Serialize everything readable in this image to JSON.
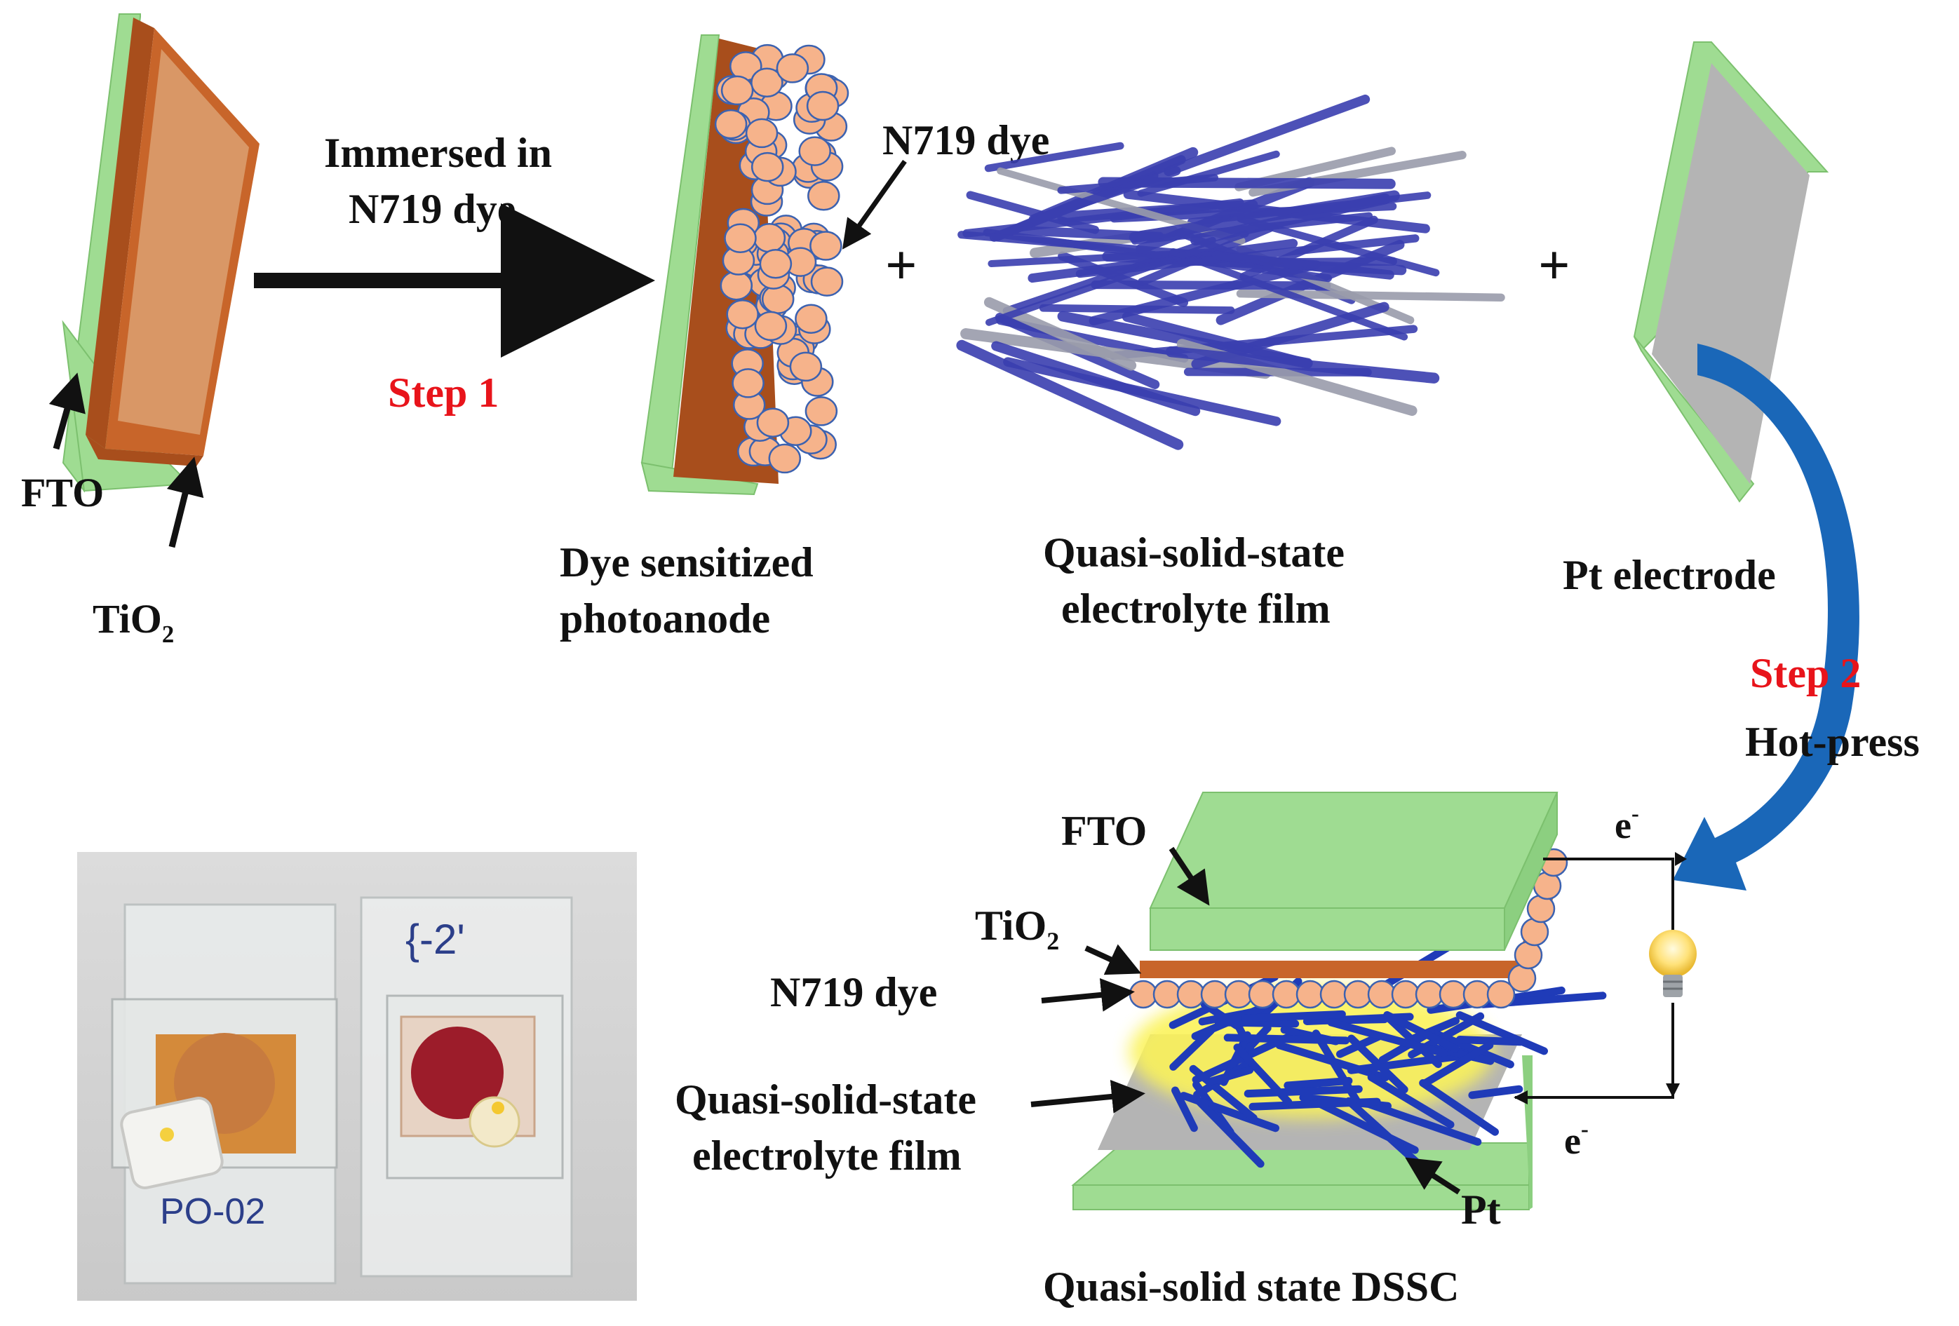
{
  "step1": {
    "instruction_line1": "Immersed in",
    "instruction_line2": "N719 dye",
    "step_label": "Step 1"
  },
  "substrate": {
    "fto_label": "FTO",
    "tio2_label_base": "TiO",
    "tio2_label_sub": "2"
  },
  "photoanode": {
    "dye_label": "N719 dye",
    "caption_line1": "Dye sensitized",
    "caption_line2": "photoanode"
  },
  "plus_sign": "+",
  "electrolyte": {
    "caption_line1": "Quasi-solid-state",
    "caption_line2": "electrolyte film"
  },
  "pt_electrode": {
    "caption": "Pt electrode"
  },
  "step2": {
    "step_label": "Step 2",
    "action": "Hot-press"
  },
  "device": {
    "fto_label": "FTO",
    "tio2_label_base": "TiO",
    "tio2_label_sub": "2",
    "dye_label": "N719 dye",
    "electrolyte_line1": "Quasi-solid-state",
    "electrolyte_line2": "electrolyte film",
    "pt_label": "Pt",
    "electron_base": "e",
    "electron_sup": "-",
    "caption": "Quasi-solid state DSSC"
  },
  "photo": {
    "sample_left_label": "PO-02",
    "sample_right_label": "{-2'"
  },
  "colors": {
    "fto_green": "#9fdc92",
    "tio2_brown": "#c8652a",
    "tio2_face": "#d99766",
    "dye_particle": "#f6b38b",
    "dye_outline": "#3c62b0",
    "fiber_blue": "#3a3fb0",
    "pt_gray": "#b4b4b4",
    "step_red": "#e8141b",
    "hotpress_arrow": "#1a67b8"
  }
}
